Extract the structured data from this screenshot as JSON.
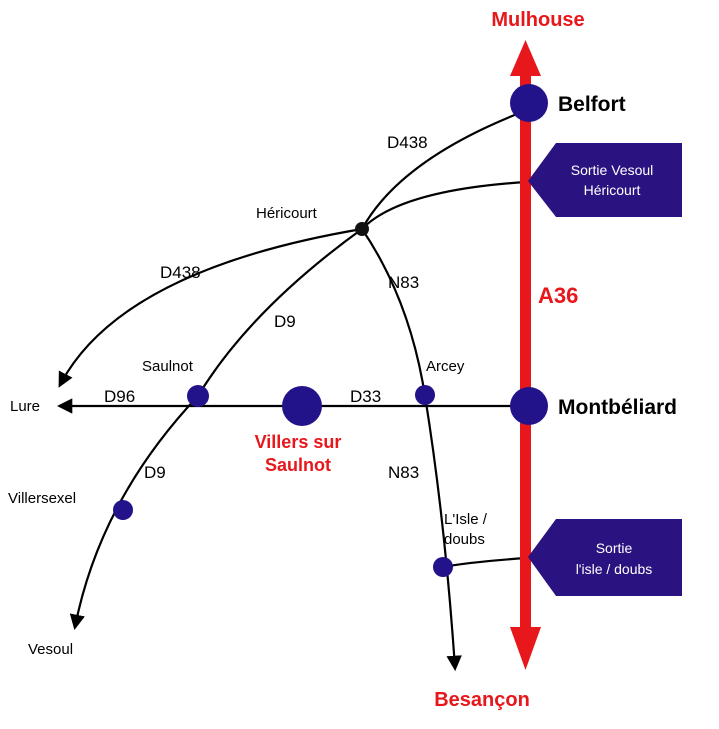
{
  "colors": {
    "motorway": "#e8171b",
    "town_dot": "#23138a",
    "exit_box": "#2a1380",
    "road": "#000000",
    "labels_red": "#e8171b"
  },
  "motorway": {
    "name": "A36",
    "north": "Mulhouse",
    "south": "Besançon"
  },
  "towns": {
    "belfort": "Belfort",
    "montbeliard": "Montbéliard",
    "hericourt": "Héricourt",
    "arcey": "Arcey",
    "saulnot": "Saulnot",
    "villersexel": "Villersexel",
    "lure": "Lure",
    "vesoul": "Vesoul",
    "isle_doubs_line1": "L'Isle /",
    "isle_doubs_line2": "doubs",
    "villers_line1": "Villers sur",
    "villers_line2": "Saulnot"
  },
  "roads": {
    "d438_north": "D438",
    "d438_west": "D438",
    "d9_north": "D9",
    "d9_south": "D9",
    "n83_north": "N83",
    "n83_south": "N83",
    "d96": "D96",
    "d33": "D33"
  },
  "exits": {
    "vesoul_hericourt_line1": "Sortie Vesoul",
    "vesoul_hericourt_line2": "Héricourt",
    "isle_doubs_line1": "Sortie",
    "isle_doubs_line2": "l'isle / doubs"
  }
}
